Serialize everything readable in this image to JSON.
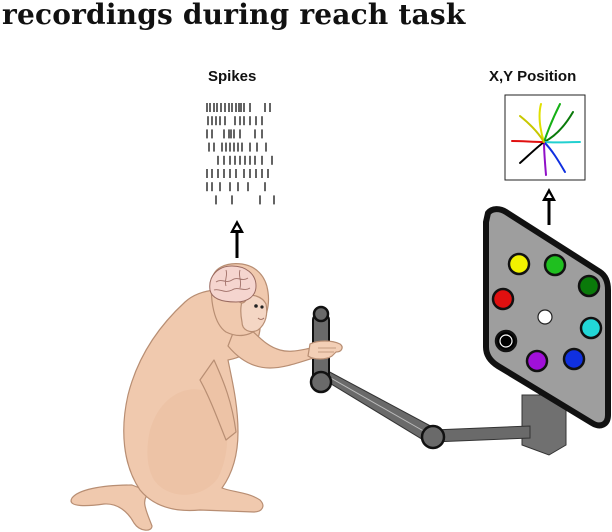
{
  "title": "recordings during reach task",
  "labels": {
    "spikes": "Spikes",
    "position": "X,Y Position"
  },
  "colors": {
    "monkey_fur": "#f0c9ae",
    "brain": "#f5d5cf",
    "manipulandum": "#707070",
    "screen_bg": "#9e9e9e",
    "targets": [
      "#f2f200",
      "#1fbf1f",
      "#0a7a0a",
      "#22d7d7",
      "#1030e0",
      "#a010d8",
      "#000000",
      "#e01010"
    ],
    "center_target": "#ffffff"
  },
  "icons": {
    "arrow_up": "arrow-up-icon"
  }
}
